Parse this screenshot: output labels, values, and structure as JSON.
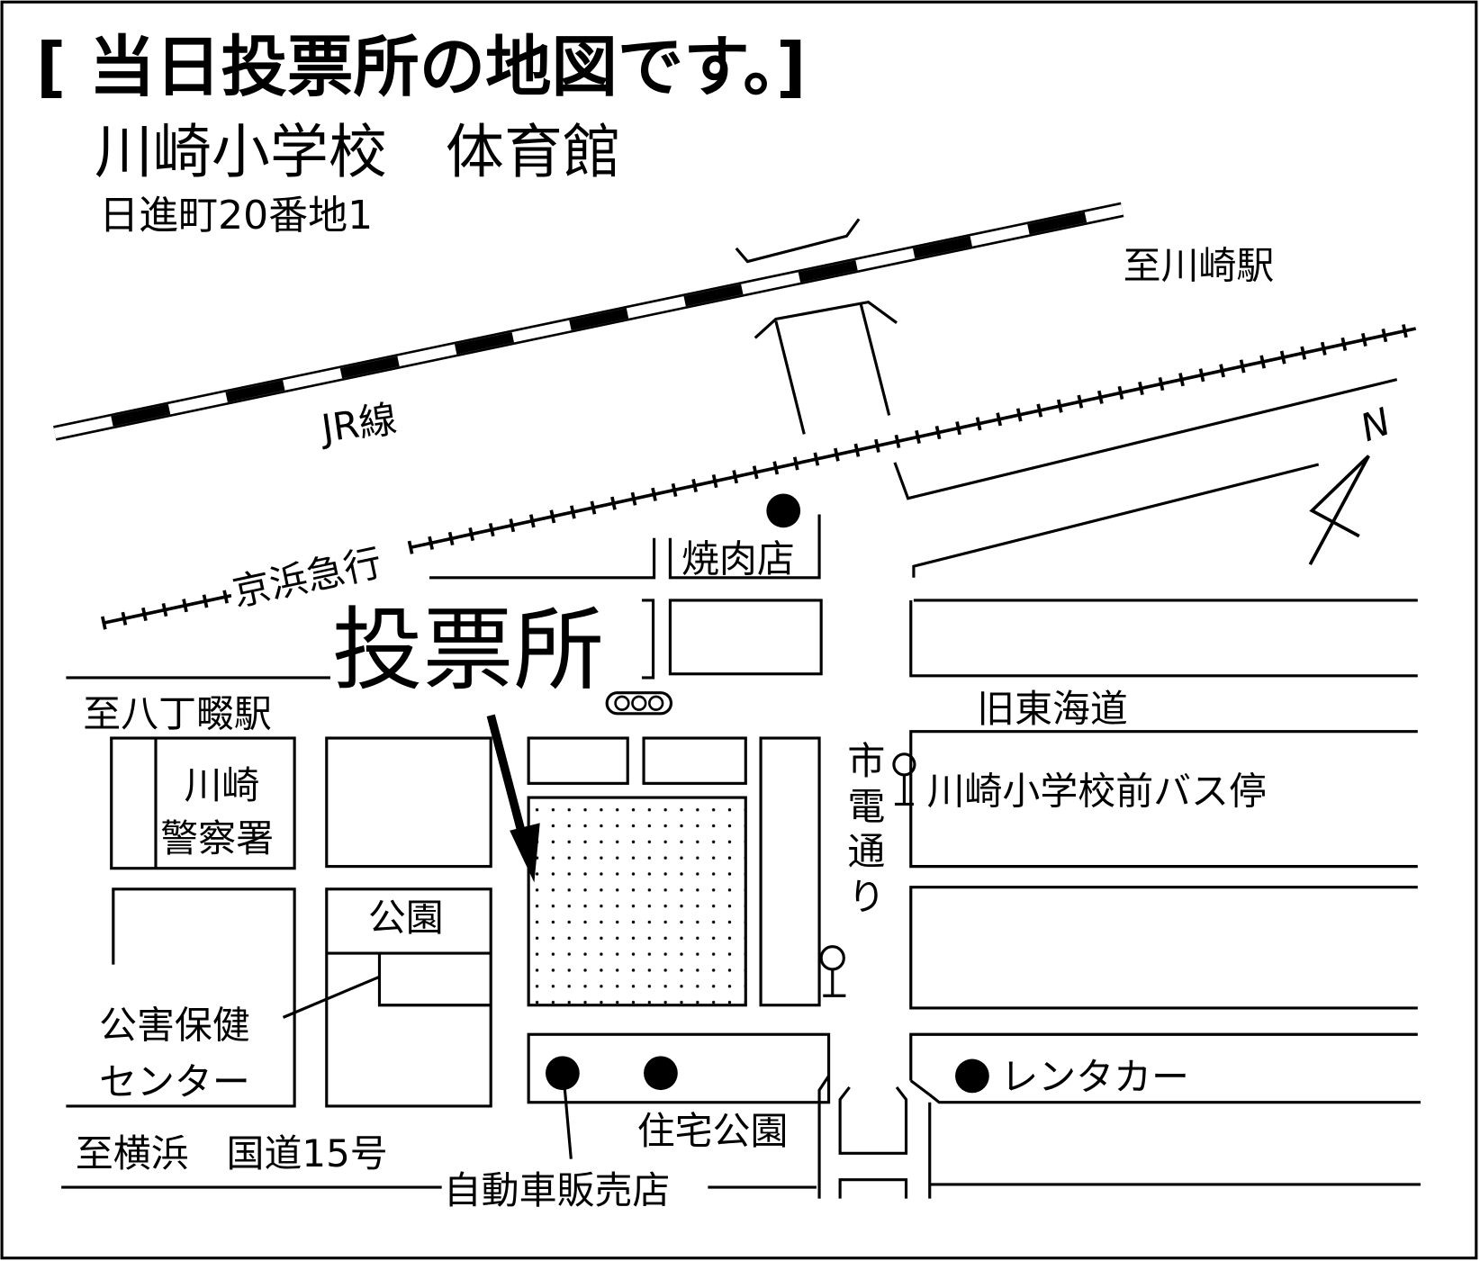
{
  "title": "[ 当日投票所の地図です。]",
  "venue": "川崎小学校　体育館",
  "address": "日進町20番地1",
  "colors": {
    "ink": "#000000",
    "background": "#ffffff"
  },
  "labels": {
    "to_kawasaki_station": "至川崎駅",
    "jr_line": "JR線",
    "keikyu": "京浜急行",
    "yakiniku": "焼肉店",
    "polling_place": "投票所",
    "to_hatchonawate": "至八丁畷駅",
    "kyu_tokaido": "旧東海道",
    "police_1": "川崎",
    "police_2": "警察署",
    "streetcar_road": "市電通り",
    "bus_stop": "川崎小学校前バス停",
    "park": "公園",
    "health_1": "公害保健",
    "health_2": "センター",
    "rental_car": "レンタカー",
    "housing_park": "住宅公園",
    "to_yokohama": "至横浜　国道15号",
    "car_dealer": "自動車販売店",
    "north": "N"
  }
}
